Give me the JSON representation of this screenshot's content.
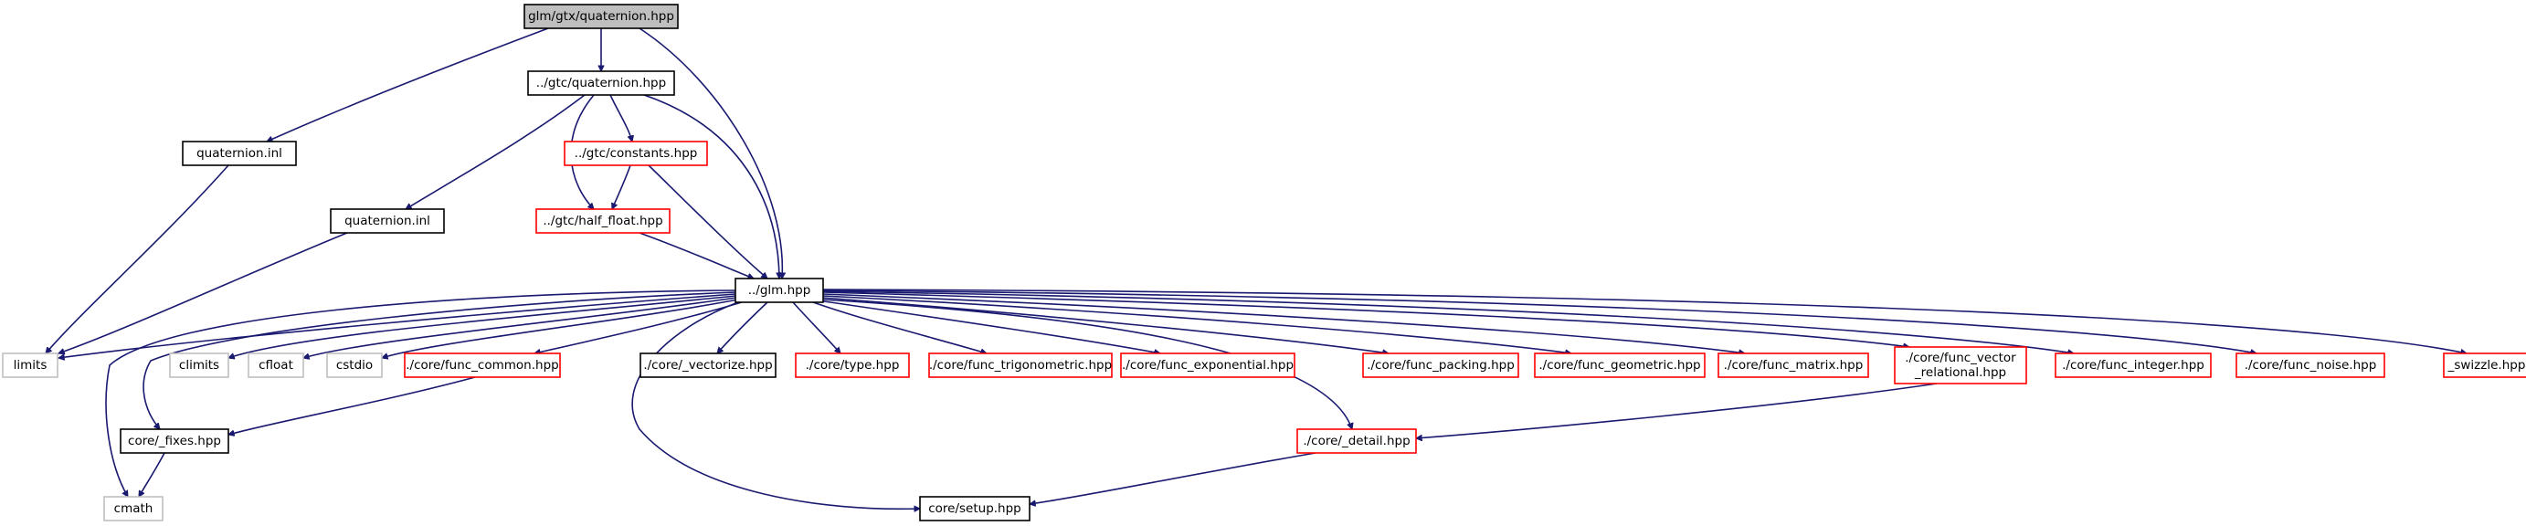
{
  "colors": {
    "edge": "#191970",
    "root_fill": "#bfbfbf",
    "root_border": "#000000",
    "documented_border": "#000000",
    "truncated_border": "#ff0000",
    "external_border": "#bfbfbf",
    "external_text": "#000000"
  },
  "nodes": {
    "root": "glm/gtx/quaternion.hpp",
    "gtc_quaternion": "../gtc/quaternion.hpp",
    "quaternion_inl_1": "quaternion.inl",
    "gtc_constants": "../gtc/constants.hpp",
    "quaternion_inl_2": "quaternion.inl",
    "gtc_half_float": "../gtc/half_float.hpp",
    "glm_hpp": "../glm.hpp",
    "limits": "limits",
    "climits": "climits",
    "cfloat": "cfloat",
    "cstdio": "cstdio",
    "func_common": "./core/func_common.hpp",
    "vectorize": "./core/_vectorize.hpp",
    "type": "./core/type.hpp",
    "func_trigonometric": "./core/func_trigonometric.hpp",
    "func_exponential": "./core/func_exponential.hpp",
    "func_packing": "./core/func_packing.hpp",
    "func_geometric": "./core/func_geometric.hpp",
    "func_matrix": "./core/func_matrix.hpp",
    "func_vector_relational": [
      "./core/func_vector",
      "_relational.hpp"
    ],
    "func_integer": "./core/func_integer.hpp",
    "func_noise": "./core/func_noise.hpp",
    "swizzle": "_swizzle.hpp",
    "fixes": "core/_fixes.hpp",
    "detail": "./core/_detail.hpp",
    "cmath": "cmath",
    "setup": "core/setup.hpp"
  }
}
